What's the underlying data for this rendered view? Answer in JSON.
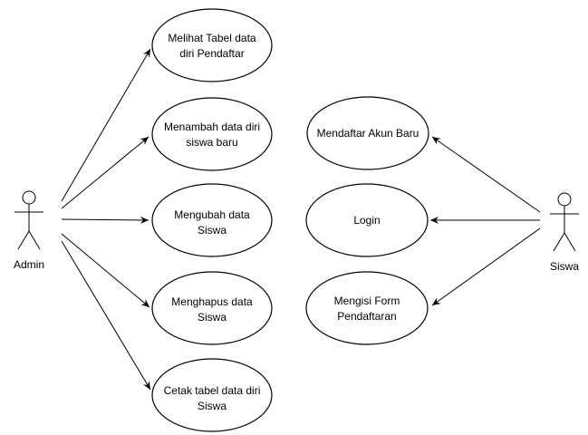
{
  "actors": {
    "admin": {
      "label": "Admin"
    },
    "siswa": {
      "label": "Siswa"
    }
  },
  "use_cases": {
    "melihat": [
      "Melihat Tabel data",
      "diri Pendaftar"
    ],
    "menambah": [
      "Menambah data diri",
      "siswa baru"
    ],
    "mengubah": [
      "Mengubah data",
      "Siswa"
    ],
    "menghapus": [
      "Menghapus data",
      "Siswa"
    ],
    "cetak": [
      "Cetak tabel data diri",
      "Siswa"
    ],
    "mendaftar": [
      "Mendaftar Akun Baru"
    ],
    "login": [
      "Login"
    ],
    "mengisi": [
      "Mengisi Form",
      "Pendaftaran"
    ]
  }
}
